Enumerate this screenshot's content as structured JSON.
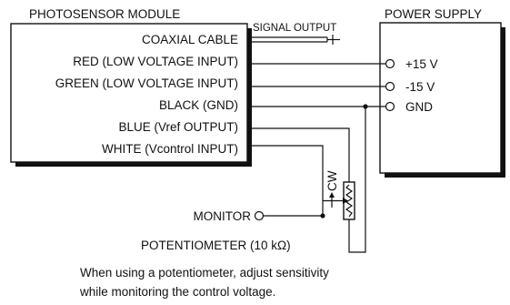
{
  "module": {
    "title": "PHOTOSENSOR MODULE",
    "leads": [
      "COAXIAL CABLE",
      "RED (LOW VOLTAGE INPUT)",
      "GREEN (LOW VOLTAGE INPUT)",
      "BLACK (GND)",
      "BLUE (Vref OUTPUT)",
      "WHITE (Vcontrol INPUT)"
    ]
  },
  "signal_output": "SIGNAL OUTPUT",
  "power_supply": {
    "title": "POWER SUPPLY",
    "terminals": [
      "+15 V",
      "-15 V",
      "GND"
    ]
  },
  "cw_label": "CW",
  "monitor_label": "MONITOR",
  "potentiometer_label": "POTENTIOMETER (10 kΩ)",
  "note_lines": [
    "When using a potentiometer, adjust sensitivity",
    "while monitoring the control voltage."
  ]
}
